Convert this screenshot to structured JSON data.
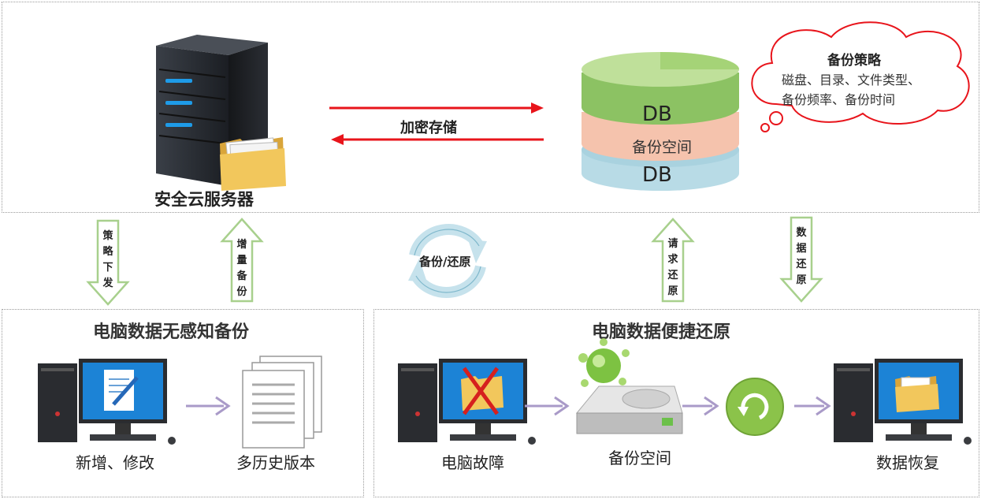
{
  "top": {
    "server_label": "安全云服务器",
    "sync_label": "加密存储",
    "db_top": "DB",
    "db_middle": "备份空间",
    "db_bottom": "DB",
    "cloud_title": "备份策略",
    "cloud_line1": "磁盘、目录、文件类型、",
    "cloud_line2": "备份频率、备份时间"
  },
  "arrows": {
    "strategy": "策略下发",
    "incremental": "增量备份",
    "cycle": "备份/还原",
    "request": "请求还原",
    "data_restore": "数据还原"
  },
  "left_panel": {
    "title": "电脑数据无感知备份",
    "step1": "新增、修改",
    "step2": "多历史版本"
  },
  "right_panel": {
    "title": "电脑数据便捷还原",
    "step1": "电脑故障",
    "step2": "备份空间",
    "step3": "数据恢复"
  },
  "colors": {
    "red_arrow": "#e8141b",
    "green_arrow": "#a8d08d",
    "db_green": "#8cc263",
    "db_pink": "#f5c3ad",
    "db_blue": "#b8dbe6"
  }
}
